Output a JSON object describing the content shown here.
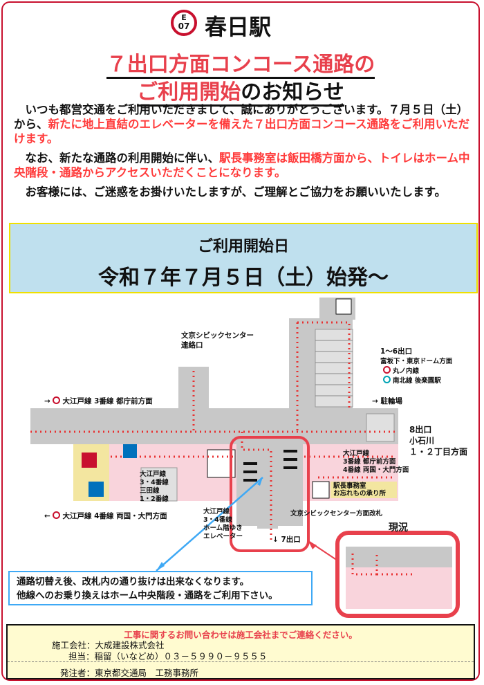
{
  "header": {
    "line_letter": "E",
    "station_number": "07",
    "station_name": "春日駅"
  },
  "title": {
    "line1": "７出口方面コンコース通路の",
    "line2_red": "ご利用開始",
    "line2_black": "のお知らせ"
  },
  "body": {
    "p1_a": "　いつも都営交通をご利用いただきまして、誠にありがとうございます。７月５日（土）から、",
    "p1_hl": "新たに地上直結のエレベーターを備えた７出口方面コンコース通路をご利用いただけます。",
    "p2_a": "　なお、新たな通路の利用開始に伴い、",
    "p2_hl": "駅長事務室は飯田橋方面から、トイレはホーム中央階段・通路からアクセスいただくことになります。",
    "p3": "　お客様には、ご迷惑をお掛けいたしますが、ご理解とご協力をお願いいたします。"
  },
  "start_date": {
    "label": "ご利用開始日",
    "value": "令和７年７月５日（土）始発～"
  },
  "map": {
    "civic_exit": "文京シビックセンター\n連絡口",
    "exit_1_6": "1～6出口",
    "exit_1_6_dir": "富坂下・東京ドーム方面",
    "marunouchi": "丸ノ内線",
    "namboku": "南北線 後楽園駅",
    "bike": "駐輪場",
    "exit_8": "8出口",
    "exit_8_dir1": "小石川",
    "exit_8_dir2": "１・２丁目方面",
    "oedo3": "大江戸線 3番線 都庁前方面",
    "oedo4": "大江戸線 4番線 両国・大門方面",
    "oedo_34": "大江戸線\n3・4番線",
    "mita": "三田線\n1・2番線",
    "oedo_right": "大江戸線\n3番線 都庁前方面\n4番線 両国・大門方面",
    "station_office": "駅長事務室\nお忘れもの承り所",
    "civic_gate": "文京シビックセンター方面改札",
    "exit_7": "7出口",
    "elevator_label": "大江戸線\n3・4番線\nホーム階ゆき\nエレベーター",
    "bubble_1": "通路切替え後、改札内の通り抜けは出来なくなります。",
    "bubble_2": "他線へのお乗り換えはホーム中央階段・通路をご利用下さい。",
    "current_label": "現況"
  },
  "footer": {
    "warning": "工事に関するお問い合わせは施工会社までご連絡ください。",
    "company_label": "施工会社：",
    "company": "大成建設株式会社",
    "contact_label": "担当：",
    "contact": "稲留（いなどめ）０３－５９９０－９５５５",
    "issuer_label": "発注者：",
    "issuer": "東京都交通局　工務事務所"
  },
  "colors": {
    "accent_red": "#e8404c",
    "date_bg": "#bfe0ee",
    "walkway_gray": "#c8c8c8",
    "area_pink": "#f9d4dc"
  }
}
